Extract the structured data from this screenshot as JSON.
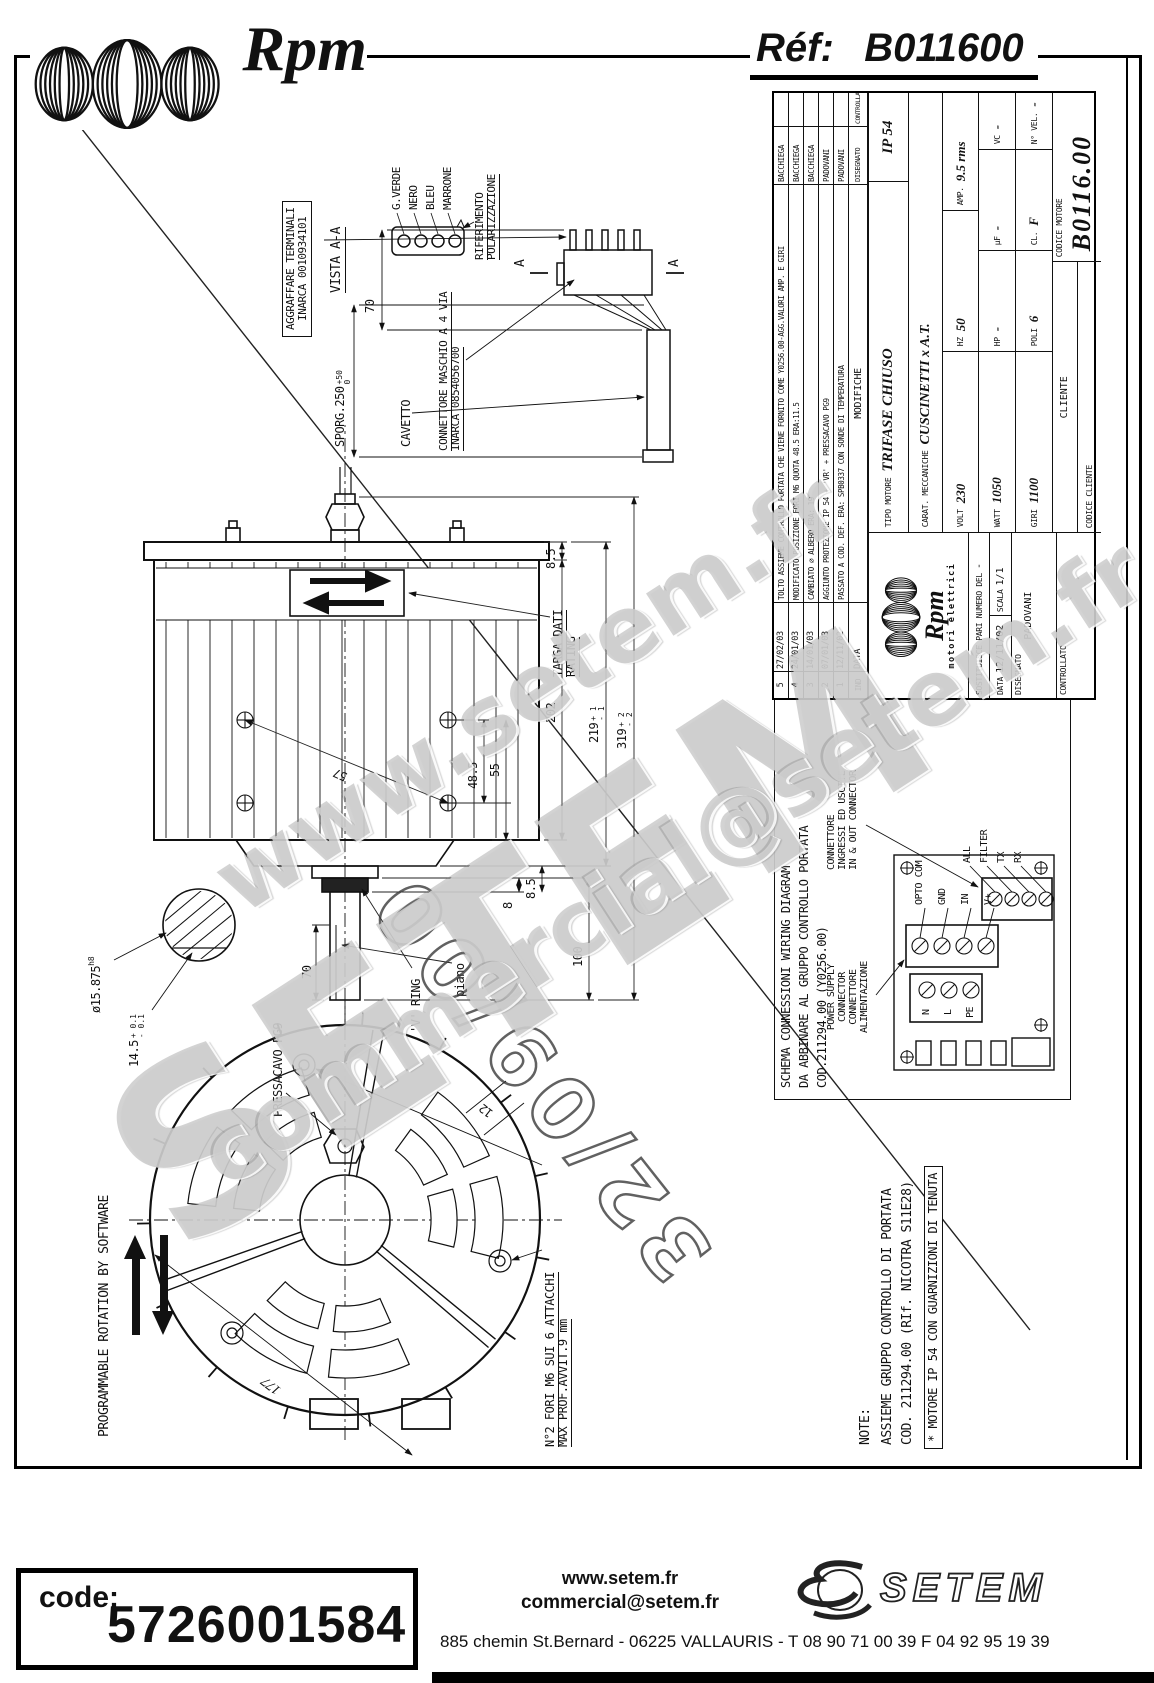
{
  "header": {
    "brand": "Rpm",
    "ref_label": "Réf:",
    "ref_value": "B011600"
  },
  "watermarks": {
    "wm1": "www.setem.fr",
    "wm2": "SETEM",
    "wm3": "commercial@setem.fr",
    "scrawl": "32/09/00"
  },
  "title_block": {
    "revisions": [
      {
        "ind": "5",
        "date": "27/02/03",
        "desc": "TOLTO ASSIEME CONTROLLO PORTATA CHE VIENE FORNITO COME Y0256.00-AGG.VALORI AMP. E GIRI",
        "name": "BACCHIEGA"
      },
      {
        "ind": "4",
        "date": "24/01/03",
        "desc": "MODIFICATO POSIZIONE FORI M6 QUOTA 48.5 ERA:11.5",
        "name": "BACCHIEGA"
      },
      {
        "ind": "3",
        "date": "14/01/03",
        "desc": "CAMBIATO ∅ ALBERO ERA: 19",
        "name": "BACCHIEGA"
      },
      {
        "ind": "2",
        "date": "07/01/03",
        "desc": "AGGIUNTO PROTEZIONE IP 54 + 'VR' + PRESSACAVO PG9",
        "name": "PADOVANI"
      },
      {
        "ind": "1",
        "date": "12/11/02",
        "desc": "PASSATO A COD. DEF. ERA: SPB0337 CON SONDE DI TEMPERATURA",
        "name": "PADOVANI"
      }
    ],
    "headers": {
      "ind": "IND",
      "data": "DATA",
      "modifiche": "MODIFICHE",
      "disegnato": "DISEGNATO",
      "controllato": "CONTROLLATO"
    },
    "tipo_label": "TIPO MOTORE",
    "tipo_value": "TRIFASE CHIUSO",
    "ip": "IP 54",
    "carat_label": "CARAT. MECCANICHE",
    "carat_value": "CUSCINETTI x A.T.",
    "specs": [
      {
        "label": "VOLT",
        "value": "230"
      },
      {
        "label": "HZ",
        "value": "50"
      },
      {
        "label": "AMP.",
        "value": "9.5 rms"
      },
      {
        "label": "WATT",
        "value": "1050"
      },
      {
        "label": "HP",
        "value": "-"
      },
      {
        "label": "µF",
        "value": "-"
      },
      {
        "label": "VC",
        "value": "-"
      },
      {
        "label": "GIRI",
        "value": "1100"
      },
      {
        "label": "POLI",
        "value": "6"
      },
      {
        "label": "CL.",
        "value": "F"
      },
      {
        "label": "N° VEL.",
        "value": "-"
      }
    ],
    "cliente": "CLIENTE",
    "codice_cliente": "CODICE CLIENTE",
    "codice_motore_label": "CODICE MOTORE",
    "codice_motore": "B0116.00",
    "logo_text": "Rpm",
    "logo_sub": "motori elettrici",
    "sostituisce": "SOSTITUISCE PARI NUMERO DEL",
    "sost_value": "-",
    "data_label": "DATA",
    "data_value": "12/11/02",
    "scala_label": "SCALA",
    "scala_value": "1/1",
    "disegnato_label": "DISEGNATO",
    "disegnato_value": "PADOVANI",
    "controllato_label": "CONTROLLATO"
  },
  "wiring": {
    "title1": "SCHEMA CONNESSIONI  WIRING DIAGRAM",
    "title2": "DA ABBINARE AL GRUPPO CONTROLLO PORTATA",
    "title3": "COD.211294.00 (Y0256.00)",
    "ps1": "POWER SUPPLY",
    "ps2": "CONNECTOR",
    "ps3": "CONNETTORE",
    "ps4": "ALIMENTAZIONE",
    "io1": "CONNETTORE",
    "io2": "INGRESSI ED USCITE",
    "io3": "IN & OUT CONNECTOR",
    "mains": [
      "N",
      "L",
      "PE"
    ],
    "signals": [
      "OPTO COM",
      "GND",
      "IN",
      "V+"
    ],
    "comms": [
      "ALL",
      "FILTER",
      "TX",
      "RX"
    ]
  },
  "note": {
    "t": "NOTE:",
    "l1": "ASSIEME GRUPPO CONTROLLO DI PORTATA",
    "l2": "COD. 211294.00 (RIf. NICOTRA S11E28)",
    "boxed": "* MOTORE IP 54 CON GUARNIZIONI DI TENUTA"
  },
  "connector": {
    "box1": "AGGRAFFARE TERMINALI",
    "box2": "INARCA 0010934101",
    "vista": "VISTA A-A",
    "wires": [
      "G.VERDE",
      "NERO",
      "BLEU",
      "MARRONE"
    ],
    "rif1": "RIFERIMENTO",
    "rif2": "POLARIZZAZIONE",
    "sporg": "SPORG.250",
    "sporg_p": "+50",
    "sporg_m": "0",
    "len70": "70",
    "cavetto": "CAVETTO",
    "conn1": "CONNETTORE MASCHIO A 4 VIA",
    "conn2": "INARCA 0854056700",
    "section": "A"
  },
  "side_view": {
    "targa1": "TARGA DATI",
    "targa2": "RATING",
    "vring": "'V' RING",
    "piano": "piano",
    "dims": {
      "d85a": "8.5",
      "d202": "202",
      "d219": "219",
      "d219p": "+ 1",
      "d219m": "- 1",
      "d319": "319",
      "d319p": "+ 2",
      "d319m": "- 2",
      "d100": "100",
      "d70": "70",
      "d8": "8",
      "d85b": "8.5",
      "d55": "55",
      "d485": "48.5",
      "d57": "57",
      "shaft": "ø15.875",
      "shaft_t": "h8",
      "flat": "14.5",
      "flat_p": "+ 0.1",
      "flat_m": "- 0.1"
    }
  },
  "front_view": {
    "press": "PRESSACAVO PG9",
    "fori1": "N°2 FORI M6 SUI 6 ATTACCHI",
    "fori2": "MAX PROF.AVVIT.9 mm",
    "d177": "177",
    "d12": "12",
    "rot": "PROGRAMMABLE ROTATION BY SOFTWARE"
  },
  "footer": {
    "code_label": "code:",
    "code_value": "5726001584",
    "web": "www.setem.fr",
    "email": "commercial@setem.fr",
    "address": "885 chemin St.Bernard  -  06225 VALLAURIS  -  T 08 90 71 00 39   F 04 92 95 19 39",
    "brand": "SETEM"
  }
}
